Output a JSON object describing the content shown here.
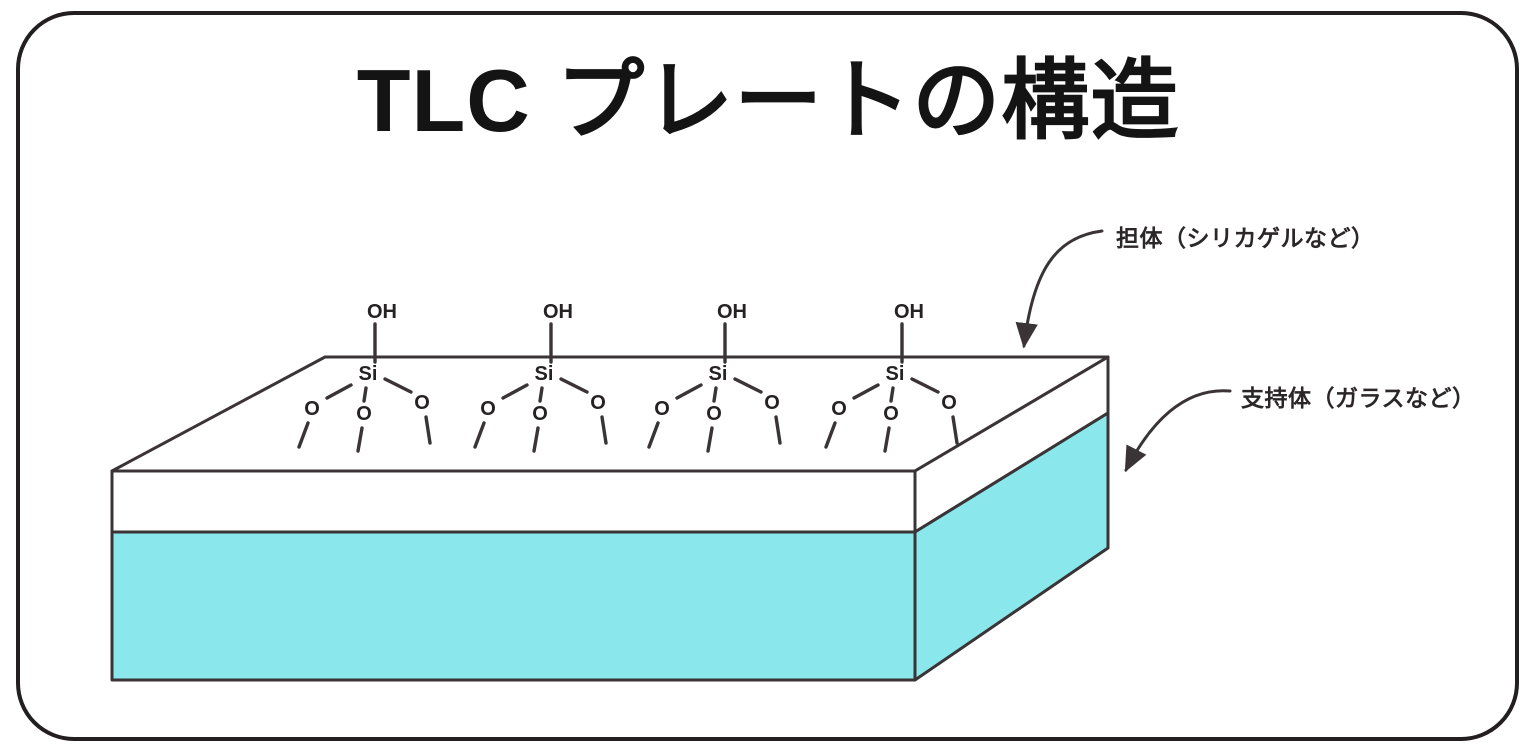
{
  "title": "TLC プレートの構造",
  "plate": {
    "description": "two-layer 3d slab",
    "layers": [
      {
        "id": "carrier",
        "fill": "#ffffff"
      },
      {
        "id": "support",
        "fill": "#8ae8ec"
      }
    ]
  },
  "molecule": {
    "groups": [
      {
        "hydroxyl": "OH",
        "silicon": "Si",
        "oxygens": [
          "O",
          "O",
          "O"
        ]
      },
      {
        "hydroxyl": "OH",
        "silicon": "Si",
        "oxygens": [
          "O",
          "O",
          "O"
        ]
      },
      {
        "hydroxyl": "OH",
        "silicon": "Si",
        "oxygens": [
          "O",
          "O",
          "O"
        ]
      },
      {
        "hydroxyl": "OH",
        "silicon": "Si",
        "oxygens": [
          "O",
          "O",
          "O"
        ]
      }
    ]
  },
  "annotations": {
    "carrier": {
      "label": "担体（シリカゲルなど）"
    },
    "support": {
      "label": "支持体（ガラスなど）"
    }
  },
  "colors": {
    "background": "#ffffff",
    "border": "#231f20",
    "line": "#3a3436",
    "text": "#141414",
    "support_fill": "#8ae8ec",
    "carrier_fill": "#ffffff"
  }
}
